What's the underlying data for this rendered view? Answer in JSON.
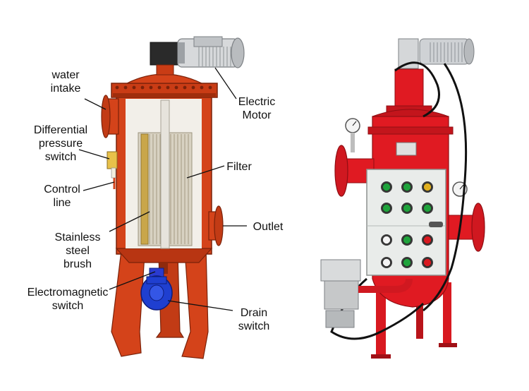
{
  "colors": {
    "filter_body": "#d4431a",
    "filter_dark": "#8f2a0d",
    "red_housing": "#e01a22",
    "panel": "#e9ecea",
    "motor_gray": "#c9ccce",
    "valve_blue": "#1f3fd0",
    "leader": "#111111"
  },
  "labels": {
    "water_intake": [
      "water",
      "intake"
    ],
    "differential_pressure_switch": [
      "Differential",
      "pressure",
      "switch"
    ],
    "control_line": [
      "Control",
      "line"
    ],
    "stainless_steel_brush": [
      "Stainless",
      "steel",
      "brush"
    ],
    "electromagnetic_switch": [
      "Electromagnetic",
      "switch"
    ],
    "electric_motor": [
      "Electric",
      "Motor"
    ],
    "filter": [
      "Filter"
    ],
    "outlet": [
      "Outlet"
    ],
    "drain_switch": [
      "Drain",
      "switch"
    ]
  },
  "panel_lamps": [
    [
      "green",
      "green",
      "yellow"
    ],
    [
      "green",
      "green",
      "green"
    ],
    [
      "white",
      "green",
      "red"
    ],
    [
      "white",
      "green",
      "red"
    ]
  ]
}
